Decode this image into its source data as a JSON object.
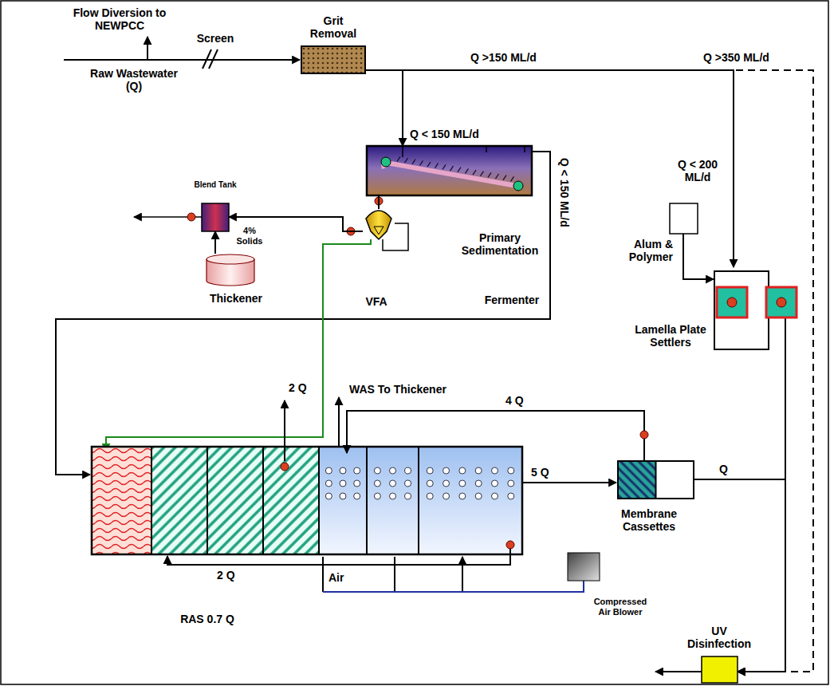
{
  "diagram": {
    "nodes": [
      {
        "text": [
          "Grit Removal"
        ]
      },
      {
        "text": [
          "Primary Sedimentation"
        ]
      },
      {
        "text": [
          "Blend Tank"
        ]
      },
      {
        "text": [
          "Fermenter"
        ]
      },
      {
        "text": [
          "Thickener"
        ]
      },
      {
        "text": [
          "Alum & Polymer"
        ]
      },
      {
        "text": [
          "Lamella Plate Settlers"
        ]
      },
      {
        "text": [
          "Membrane Cassettes"
        ]
      },
      {
        "text": [
          "Compressed Air Blower"
        ]
      },
      {
        "text": [
          "UV Disinfection"
        ]
      }
    ],
    "edges": [
      {
        "from": 0,
        "to": 1,
        "arrow": "to",
        "label": "Q < 150 ML/d"
      },
      {
        "from": 0,
        "to": 6,
        "arrow": "to",
        "label": "Q >150 ML/d"
      },
      {
        "from": 0,
        "to": 9,
        "arrow": "to",
        "label": "Q >350 ML/d"
      },
      {
        "from": 1,
        "to": 3,
        "arrow": "none"
      },
      {
        "from": 3,
        "to": 2,
        "arrow": "to"
      },
      {
        "from": 4,
        "to": 2,
        "arrow": "to"
      },
      {
        "from": 5,
        "to": 6,
        "arrow": "to"
      },
      {
        "from": 6,
        "to": 9,
        "arrow": "to"
      },
      {
        "from": 7,
        "to": 9,
        "arrow": "to",
        "label": "Q"
      }
    ],
    "labels": [
      "Flow Diversion to NEWPCC",
      "Screen",
      "Raw Wastewater (Q)",
      "Q < 150 ML/d",
      "Q < 200 ML/d",
      "4% Solids",
      "VFA",
      "2 Q",
      "WAS To Thickener",
      "4 Q",
      "5 Q",
      "Air",
      "2 Q",
      "RAS 0.7 Q"
    ]
  }
}
